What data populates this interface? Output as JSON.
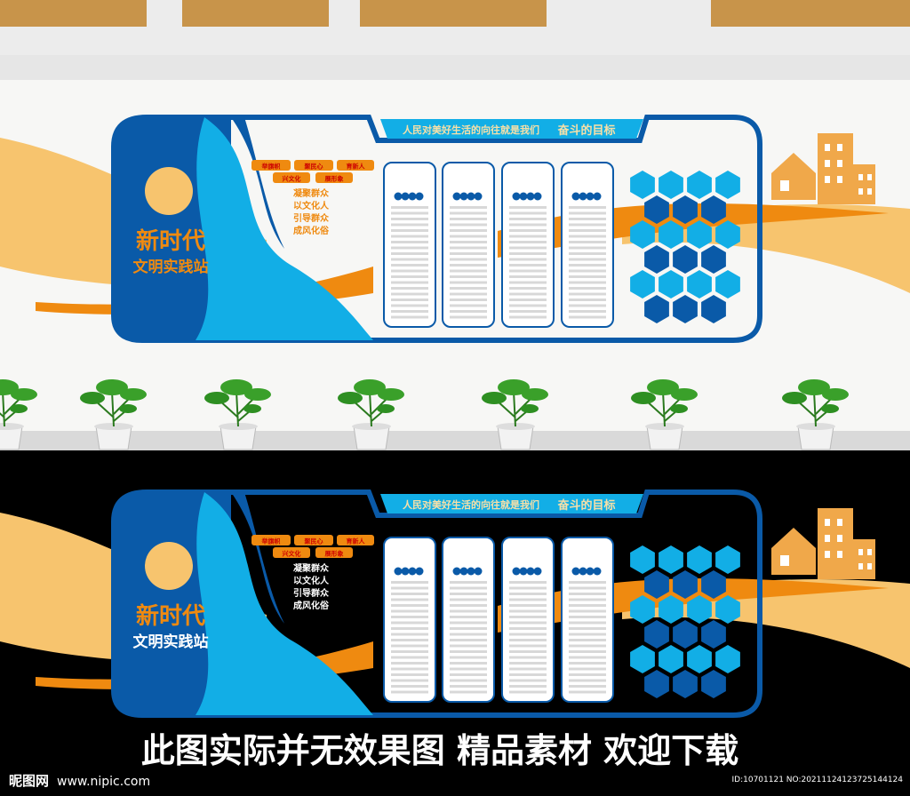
{
  "panel": {
    "banner_text": "人民对美好生活的向往就是我们",
    "banner_emphasis": "奋斗的目标",
    "title": "新时代",
    "subtitle": "文明实践站",
    "tags": [
      "举旗帜",
      "聚民心",
      "育新人",
      "兴文化",
      "展形象"
    ],
    "slogans": [
      "凝聚群众",
      "以文化人",
      "引导群众",
      "成风化俗"
    ]
  },
  "footer": {
    "notice": "此图实际并无效果图 精品素材 欢迎下载",
    "site_logo": "昵图网",
    "site_url": "www.nipic.com",
    "id_text": "ID:10701121 NO:20211124123725144124"
  },
  "colors": {
    "blue": "#0a5aa8",
    "cyan": "#12aee6",
    "orange": "#ef8a10",
    "light_orange": "#f7c46e"
  }
}
